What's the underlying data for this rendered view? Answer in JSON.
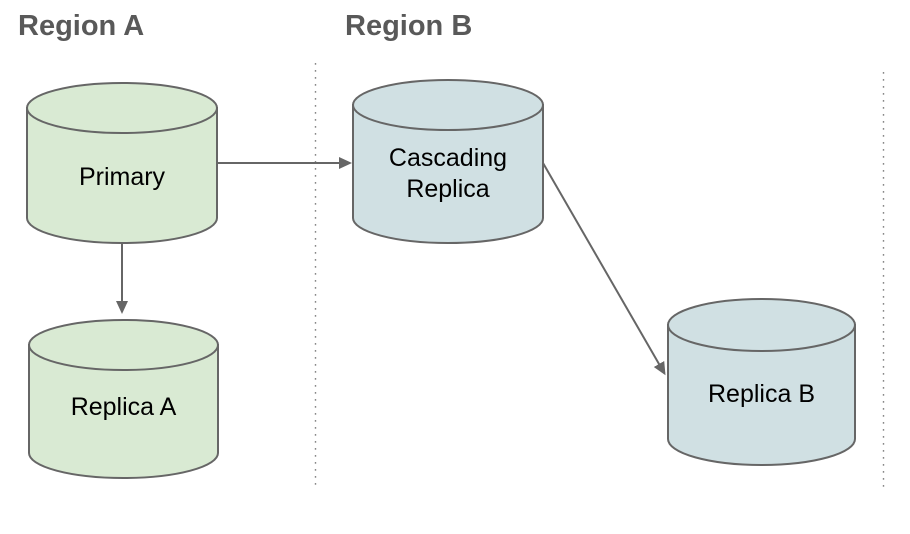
{
  "diagram": {
    "regions": {
      "a": {
        "title": "Region A"
      },
      "b": {
        "title": "Region B"
      }
    },
    "nodes": {
      "primary": {
        "label": "Primary",
        "region": "Region A",
        "shape": "database-cylinder",
        "color": "#d9ead3"
      },
      "replica_a": {
        "label": "Replica A",
        "region": "Region A",
        "shape": "database-cylinder",
        "color": "#d9ead3"
      },
      "cascading_replica": {
        "label": "Cascading Replica",
        "region": "Region B",
        "shape": "database-cylinder",
        "color": "#d0e0e3"
      },
      "replica_b": {
        "label": "Replica B",
        "region": "Region B",
        "shape": "database-cylinder",
        "color": "#d0e0e3"
      }
    },
    "edges": [
      {
        "from": "Primary",
        "to": "Cascading Replica"
      },
      {
        "from": "Primary",
        "to": "Replica A"
      },
      {
        "from": "Cascading Replica",
        "to": "Replica B"
      }
    ],
    "colors": {
      "background": "#ffffff",
      "node_outline": "#666666",
      "arrow": "#666666",
      "region_title": "#595959",
      "node_label": "#000000",
      "divider": "#888888"
    }
  }
}
